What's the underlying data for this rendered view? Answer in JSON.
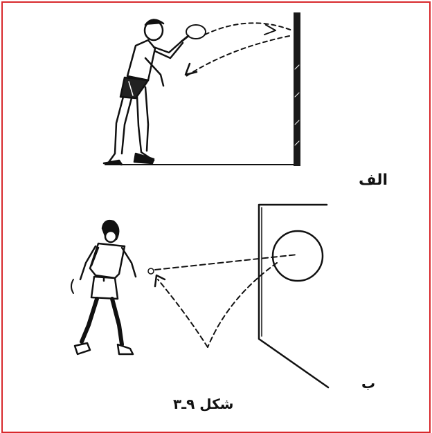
{
  "labels": {
    "part_a": "الف",
    "part_b": "ب",
    "caption": "شکل ۹ـ۳"
  },
  "colors": {
    "frame": "#d8282c",
    "ink": "#111111"
  }
}
